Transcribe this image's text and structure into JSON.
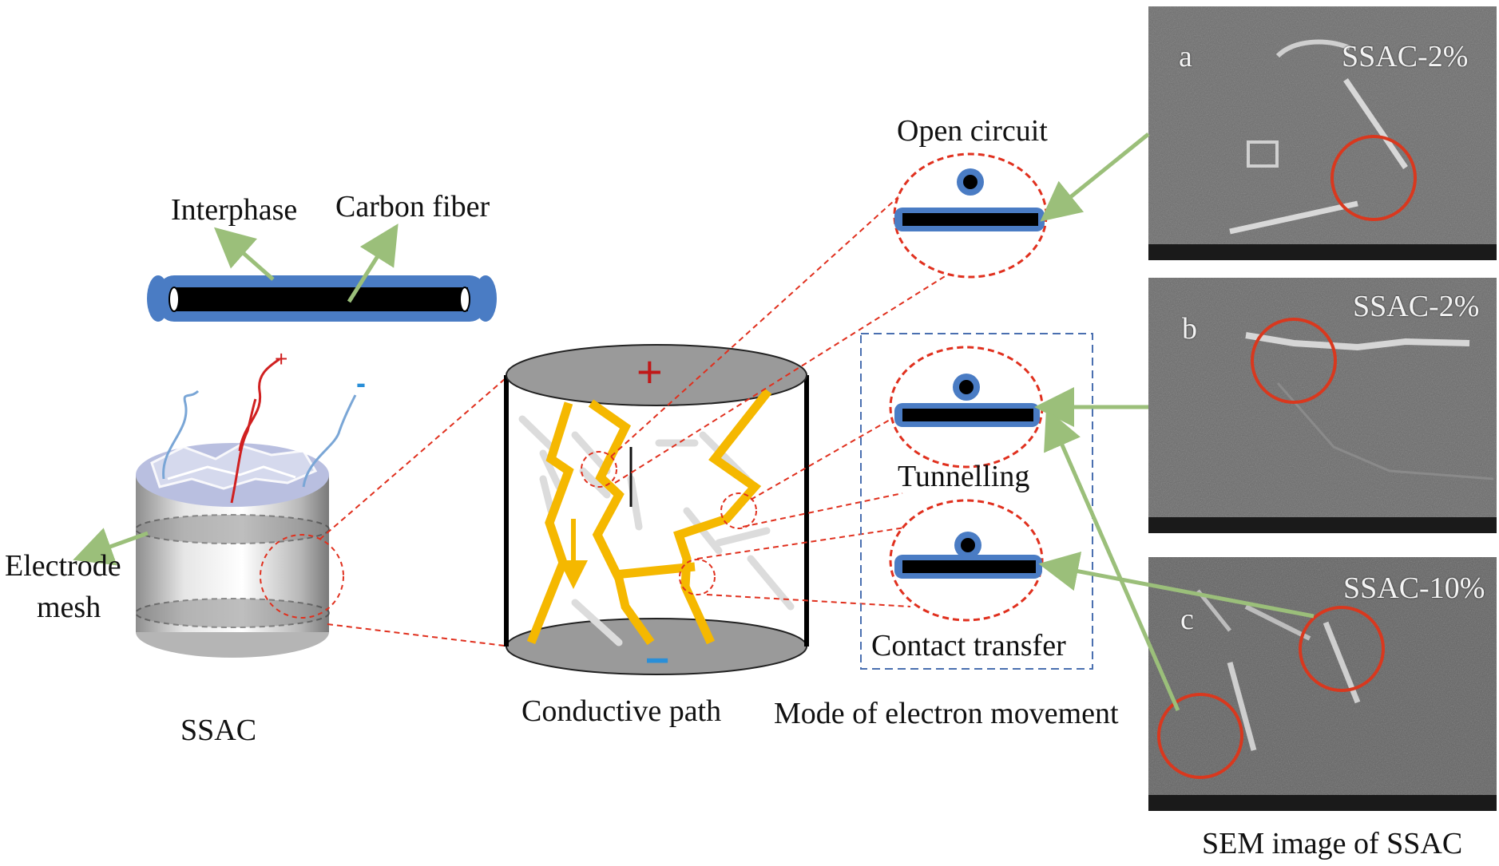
{
  "labels": {
    "interphase": "Interphase",
    "carbon_fiber": "Carbon fiber",
    "electrode_line1": "Electrode",
    "electrode_line2": "mesh",
    "ssac": "SSAC",
    "conductive_path": "Conductive path",
    "open_circuit": "Open circuit",
    "tunnelling": "Tunnelling",
    "contact_transfer": "Contact transfer",
    "mode_of_electron_movement": "Mode of electron movement",
    "sem_caption": "SEM image of SSAC"
  },
  "signs": {
    "wire_plus": "+",
    "wire_minus": "-",
    "cyl_plus": "+",
    "cyl_minus": "−"
  },
  "sem_panels": [
    {
      "letter": "a",
      "sample": "SSAC-2%"
    },
    {
      "letter": "b",
      "sample": "SSAC-2%"
    },
    {
      "letter": "c",
      "sample": "SSAC-10%"
    }
  ],
  "colors": {
    "fiber_blue": "#4a7cc4",
    "fiber_core": "#000000",
    "arrow_green": "#9bbf7a",
    "path_yellow": "#f5b800",
    "dash_red": "#e0301e",
    "box_blue": "#4a6fb0",
    "sem_circle": "#d9381e"
  }
}
